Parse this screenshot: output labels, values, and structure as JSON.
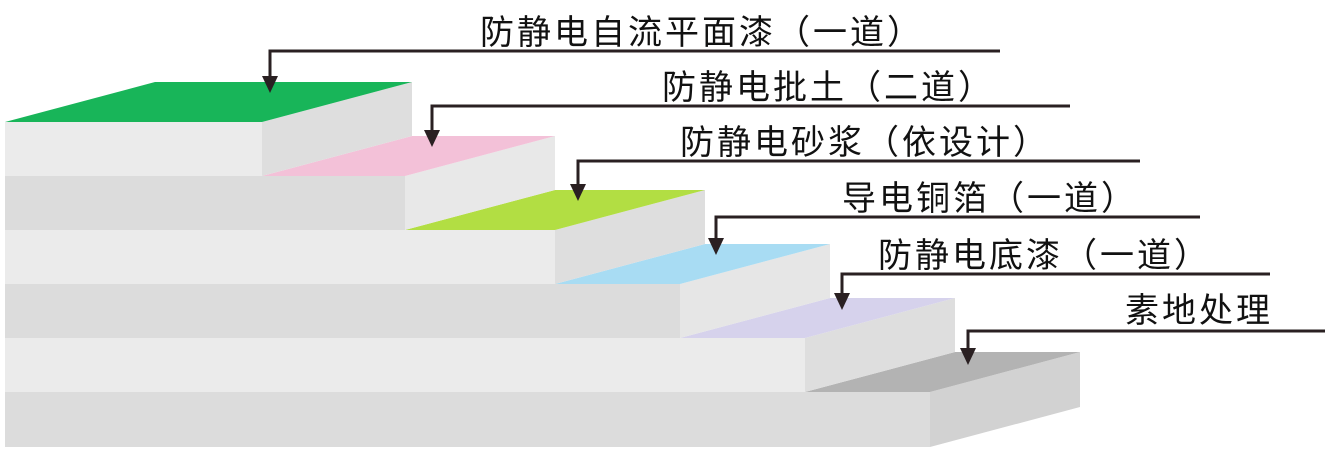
{
  "layers": [
    {
      "label": "防静电自流平面漆（一道）",
      "top_color": "#18b559"
    },
    {
      "label": "防静电批土（二道）",
      "top_color": "#f3c1d8"
    },
    {
      "label": "防静电砂浆（依设计）",
      "top_color": "#b2de43"
    },
    {
      "label": "导电铜箔（一道）",
      "top_color": "#a8dcf3"
    },
    {
      "label": "防静电底漆（一道）",
      "top_color": "#d6d2ec"
    },
    {
      "label": "素地处理",
      "top_color": "#b3b3b3"
    }
  ],
  "colors": {
    "front_face": "#ebebeb",
    "front_band": "#dcdcdc",
    "side_face": "#dddddd",
    "leader": "#2a2022"
  }
}
